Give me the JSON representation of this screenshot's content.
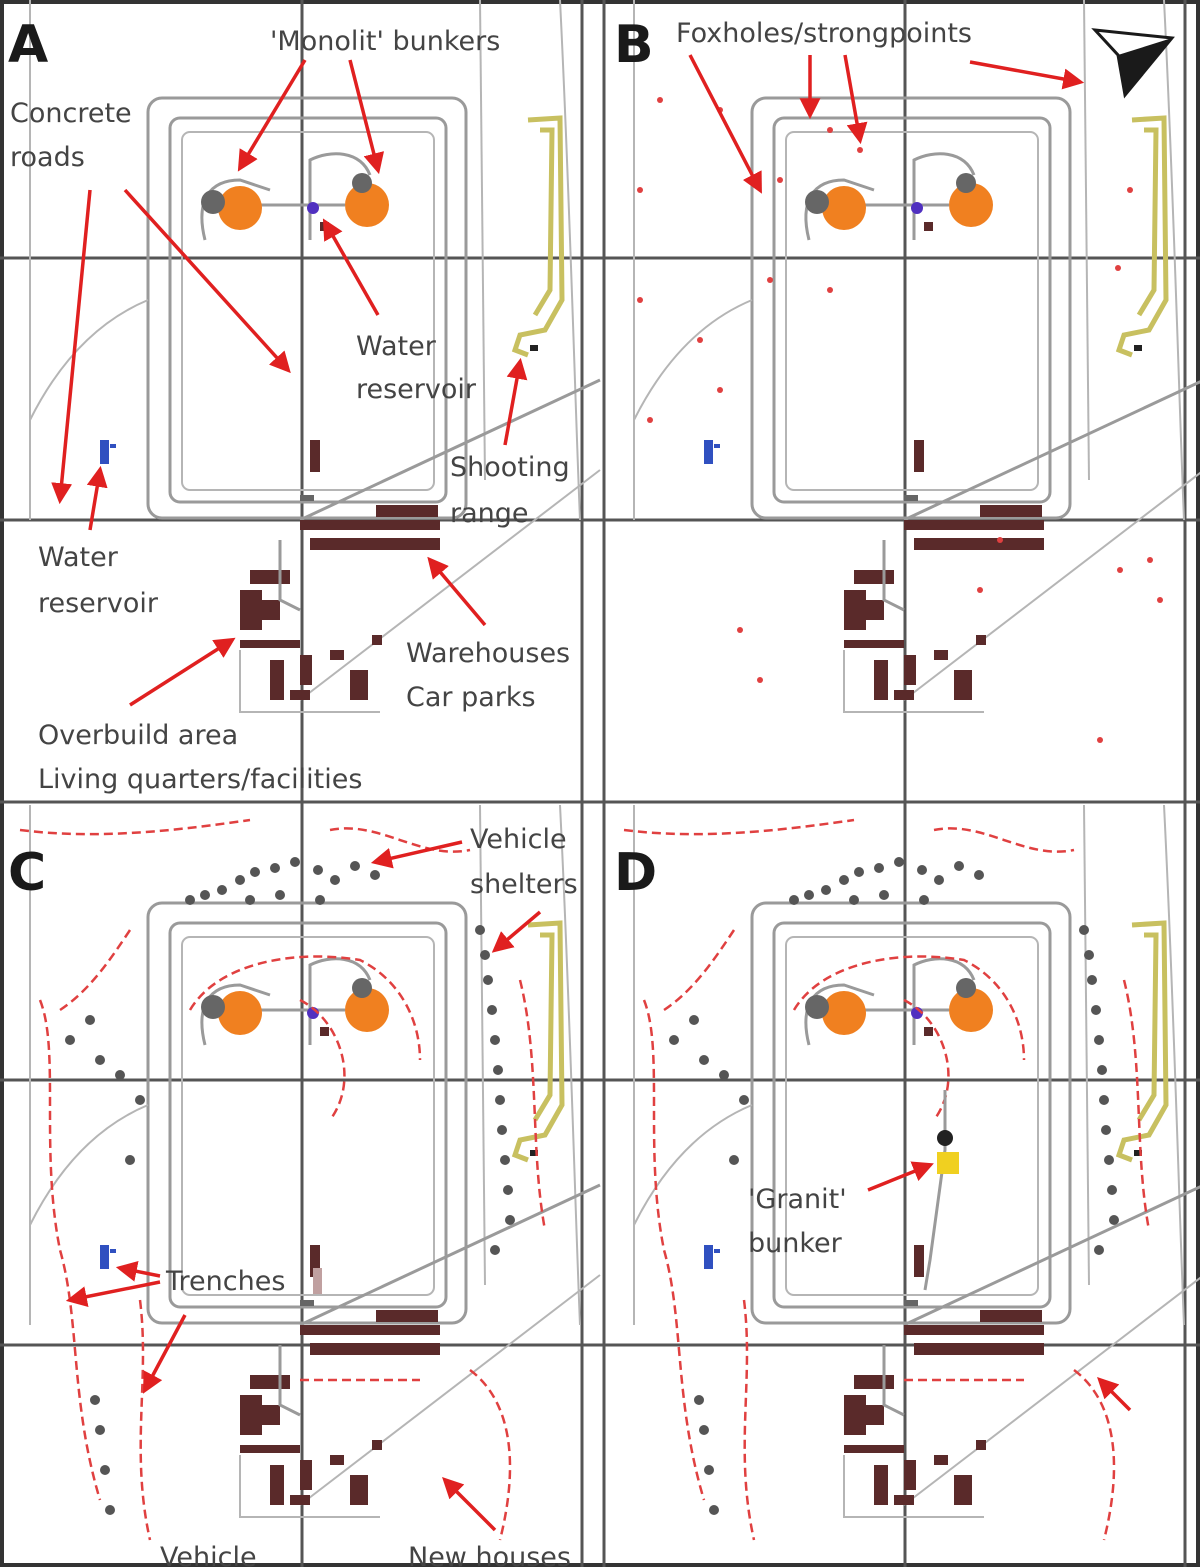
{
  "colors": {
    "arrow": "#e02020",
    "trench": "#e04040",
    "bunker_monolit": "#f08020",
    "bunker_granit": "#f0d020",
    "water": "#3050c0",
    "building": "#5a2a2a",
    "road": "#9a9a9a",
    "shooting_range": "#c8c060"
  },
  "panels": [
    {
      "letter": "A",
      "labels": {
        "monolit": "'Monolit' bunkers",
        "concrete_1": "Concrete",
        "concrete_2": "roads",
        "water_center_1": "Water",
        "water_center_2": "reservoir",
        "shooting_1": "Shooting",
        "shooting_2": "range",
        "water_left_1": "Water",
        "water_left_2": "reservoir",
        "warehouses_1": "Warehouses",
        "warehouses_2": "Car parks",
        "overbuild_1": "Overbuild area",
        "overbuild_2": "Living quarters/facilities"
      }
    },
    {
      "letter": "B",
      "labels": {
        "foxholes": "Foxholes/strongpoints"
      },
      "icons": [
        "north-arrow-icon"
      ]
    },
    {
      "letter": "C",
      "labels": {
        "vehicle_1": "Vehicle",
        "vehicle_2": "shelters",
        "trenches": "Trenches",
        "vehicle_bottom": "Vehicle",
        "new_houses": "New houses"
      }
    },
    {
      "letter": "D",
      "labels": {
        "granit_1": "'Granit'",
        "granit_2": "bunker"
      }
    }
  ]
}
